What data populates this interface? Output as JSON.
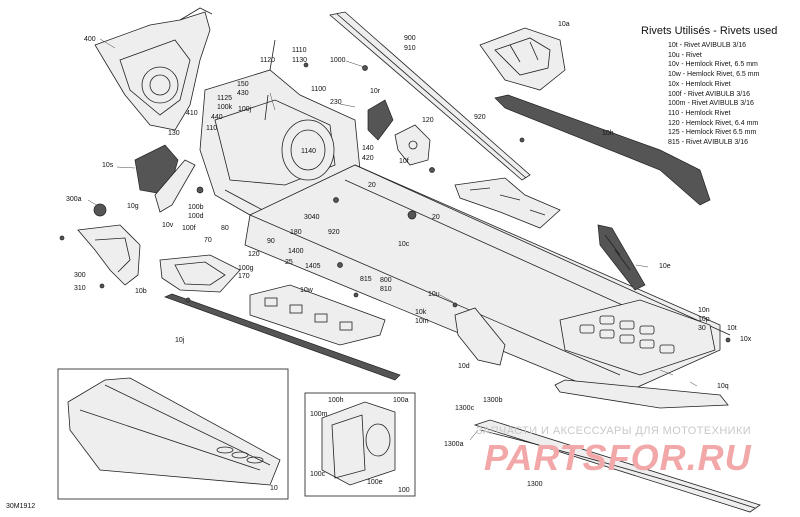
{
  "legend": {
    "title": "Rivets Utilisés - Rivets used",
    "items": [
      "10t - Rivet AVIBULB 3/16",
      "10u - Rivet",
      "10v - Hemlock Rivet, 6.5 mm",
      "10w - Hemlock Rivet, 6.5 mm",
      "10x - Hemlock Rivet",
      "100f - Rivet AVIBULB 3/16",
      "100m - Rivet AVIBULB 3/16",
      "110 - Hemlock Rivet",
      "120 - Hemlock Rivet, 6.4 mm",
      "125 - Hemlock Rivet 6.5 mm",
      "815 - Rivet AVIBULB 3/16"
    ]
  },
  "diagram_code": "30M1912",
  "watermark": {
    "text": "ЗАПЧАСТИ И АКСЕССУАРЫ ДЛЯ МОТОТЕХНИКИ",
    "logo": "PARTSFOR.RU"
  },
  "callouts": [
    {
      "id": "c400",
      "text": "400"
    },
    {
      "id": "c1110",
      "text": "1110"
    },
    {
      "id": "c1130",
      "text": "1130"
    },
    {
      "id": "c1120",
      "text": "1120"
    },
    {
      "id": "c1000",
      "text": "1000"
    },
    {
      "id": "c900",
      "text": "900"
    },
    {
      "id": "c910",
      "text": "910"
    },
    {
      "id": "c10a",
      "text": "10a"
    },
    {
      "id": "c150",
      "text": "150"
    },
    {
      "id": "c430",
      "text": "430"
    },
    {
      "id": "c1100",
      "text": "1100"
    },
    {
      "id": "c1125",
      "text": "1125"
    },
    {
      "id": "c100k",
      "text": "100k"
    },
    {
      "id": "c440",
      "text": "440"
    },
    {
      "id": "c100j",
      "text": "100j"
    },
    {
      "id": "c230",
      "text": "230"
    },
    {
      "id": "c10r",
      "text": "10r"
    },
    {
      "id": "c410",
      "text": "410"
    },
    {
      "id": "c110",
      "text": "110"
    },
    {
      "id": "c130",
      "text": "130"
    },
    {
      "id": "c920",
      "text": "920"
    },
    {
      "id": "c120a",
      "text": "120"
    },
    {
      "id": "c10h",
      "text": "10h"
    },
    {
      "id": "c10s",
      "text": "10s"
    },
    {
      "id": "c1140",
      "text": "1140"
    },
    {
      "id": "c140",
      "text": "140"
    },
    {
      "id": "c420",
      "text": "420"
    },
    {
      "id": "c10f",
      "text": "10f"
    },
    {
      "id": "c20a",
      "text": "20"
    },
    {
      "id": "c300a",
      "text": "300a"
    },
    {
      "id": "c10g",
      "text": "10g"
    },
    {
      "id": "c100b",
      "text": "100b"
    },
    {
      "id": "c100d",
      "text": "100d"
    },
    {
      "id": "c10v",
      "text": "10v"
    },
    {
      "id": "c20b",
      "text": "20"
    },
    {
      "id": "c100f",
      "text": "100f"
    },
    {
      "id": "c80",
      "text": "80"
    },
    {
      "id": "c3040",
      "text": "3040"
    },
    {
      "id": "c180",
      "text": "180"
    },
    {
      "id": "c70",
      "text": "70"
    },
    {
      "id": "c90",
      "text": "90"
    },
    {
      "id": "c920b",
      "text": "920"
    },
    {
      "id": "c10c",
      "text": "10c"
    },
    {
      "id": "c1400",
      "text": "1400"
    },
    {
      "id": "c120b",
      "text": "120"
    },
    {
      "id": "c25",
      "text": "25"
    },
    {
      "id": "c100g",
      "text": "100g"
    },
    {
      "id": "c1405",
      "text": "1405"
    },
    {
      "id": "c815",
      "text": "815"
    },
    {
      "id": "c800",
      "text": "800"
    },
    {
      "id": "c810",
      "text": "810"
    },
    {
      "id": "c10e",
      "text": "10e"
    },
    {
      "id": "c300",
      "text": "300"
    },
    {
      "id": "c170",
      "text": "170"
    },
    {
      "id": "c310",
      "text": "310"
    },
    {
      "id": "c10b",
      "text": "10b"
    },
    {
      "id": "c10w",
      "text": "10w"
    },
    {
      "id": "c10u",
      "text": "10u"
    },
    {
      "id": "c10k",
      "text": "10k"
    },
    {
      "id": "c10m",
      "text": "10m"
    },
    {
      "id": "c10n",
      "text": "10n"
    },
    {
      "id": "c10p",
      "text": "10p"
    },
    {
      "id": "c30",
      "text": "30"
    },
    {
      "id": "c10t",
      "text": "10t"
    },
    {
      "id": "c10x",
      "text": "10x"
    },
    {
      "id": "c10j",
      "text": "10j"
    },
    {
      "id": "c10d",
      "text": "10d"
    },
    {
      "id": "c10q",
      "text": "10q"
    },
    {
      "id": "c1300c",
      "text": "1300c"
    },
    {
      "id": "c1300b",
      "text": "1300b"
    },
    {
      "id": "c1300a",
      "text": "1300a"
    },
    {
      "id": "c1300",
      "text": "1300"
    },
    {
      "id": "c100h",
      "text": "100h"
    },
    {
      "id": "c100a",
      "text": "100a"
    },
    {
      "id": "c100m",
      "text": "100m"
    },
    {
      "id": "c100c",
      "text": "100c"
    },
    {
      "id": "c100e",
      "text": "100e"
    },
    {
      "id": "c100",
      "text": "100"
    },
    {
      "id": "c10",
      "text": "10"
    }
  ]
}
